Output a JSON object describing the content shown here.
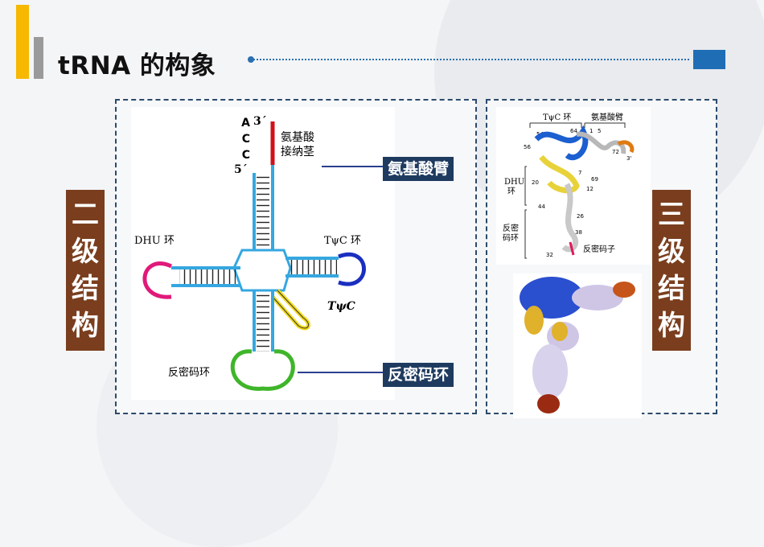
{
  "header": {
    "title": "tRNA 的构象"
  },
  "left_panel": {
    "side_label": [
      "二",
      "级",
      "结",
      "构"
    ],
    "diagram": {
      "top_labels": [
        "3´",
        "A",
        "C",
        "C",
        "5´"
      ],
      "acceptor_stem_label": [
        "氨基酸",
        "接纳茎"
      ],
      "dhu_loop_label": "DHU 环",
      "tpsic_loop_label": "TψC 环",
      "tpsic_label_lower": "TψC",
      "anticodon_loop_label": "反密码环"
    },
    "callouts": {
      "amino_acid_arm": "氨基酸臂",
      "anticodon_loop": "反密码环"
    }
  },
  "right_panel": {
    "side_label": [
      "三",
      "级",
      "结",
      "构"
    ],
    "tertiary": {
      "top_left_label": "TψC 环",
      "top_right_label": "氨基酸臂",
      "dhu_label": [
        "DHU",
        "环"
      ],
      "anticodon_loop_label": [
        "反密",
        "码环"
      ],
      "anticodon_label": "反密码子",
      "numbers": [
        "54",
        "64",
        "1",
        "5",
        "72",
        "3'",
        "56",
        "7",
        "69",
        "20",
        "12",
        "44",
        "26",
        "38",
        "32"
      ]
    }
  },
  "colors": {
    "accent_yellow": "#f6b800",
    "accent_gray": "#9a9a9a",
    "label_brown": "#7a3e1e",
    "callout_navy": "#1e3a5f",
    "stem_blue": "#35a7e0",
    "acceptor_red": "#d0101a",
    "dhu_magenta": "#e0197a",
    "tpsic_blue": "#1a2fc0",
    "variable_yellow": "#f1d91a",
    "anticodon_green": "#3fb52a"
  }
}
